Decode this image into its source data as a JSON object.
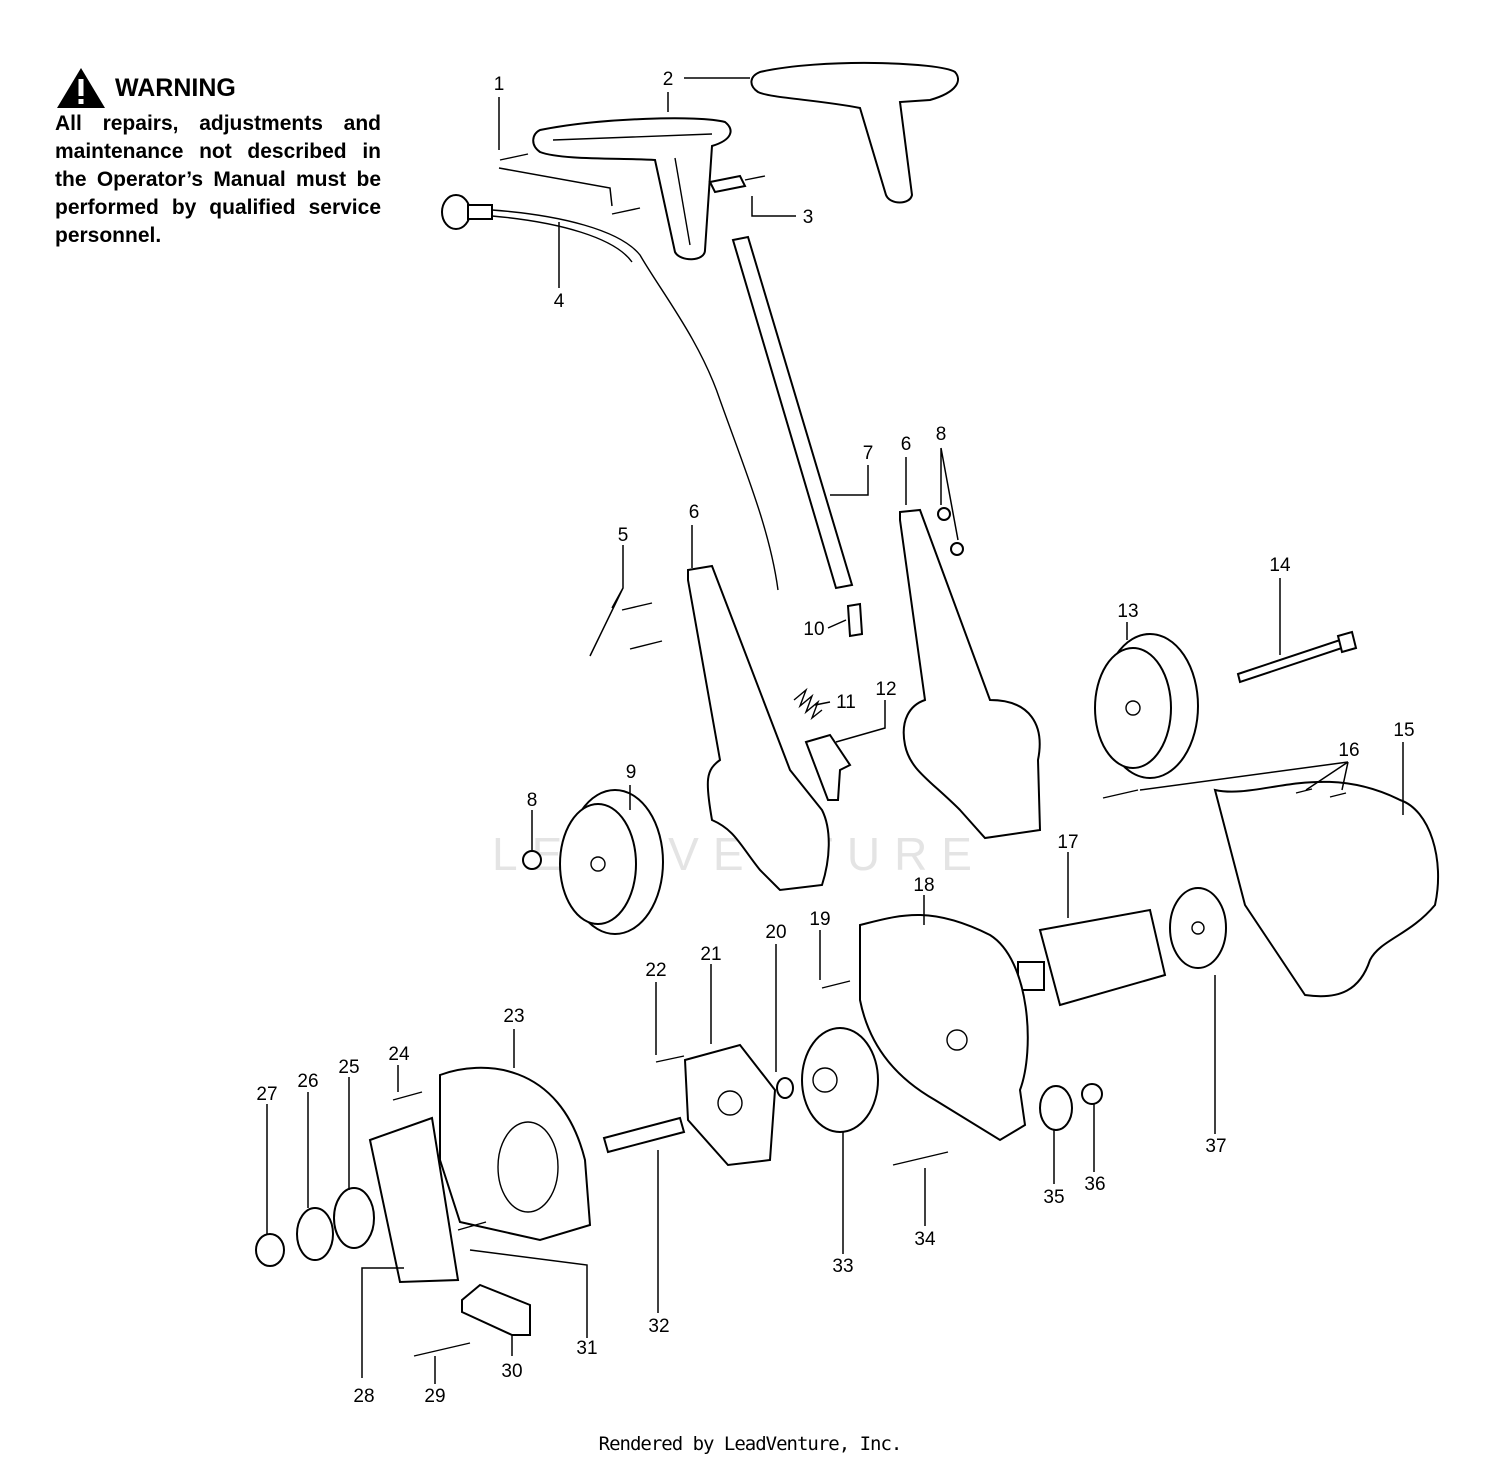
{
  "warning": {
    "title": "WARNING",
    "text": "All repairs, adjustments and maintenance not described in the Operator’s Manual must be performed by qualified service personnel."
  },
  "watermark": "LEADVENTURE",
  "footer": "Rendered by LeadVenture, Inc.",
  "callouts": [
    "1",
    "2",
    "3",
    "4",
    "5",
    "6",
    "6",
    "7",
    "8",
    "8",
    "9",
    "10",
    "11",
    "12",
    "13",
    "14",
    "15",
    "16",
    "17",
    "18",
    "19",
    "20",
    "21",
    "22",
    "23",
    "24",
    "25",
    "26",
    "27",
    "28",
    "29",
    "30",
    "31",
    "32",
    "33",
    "34",
    "35",
    "36",
    "37"
  ]
}
